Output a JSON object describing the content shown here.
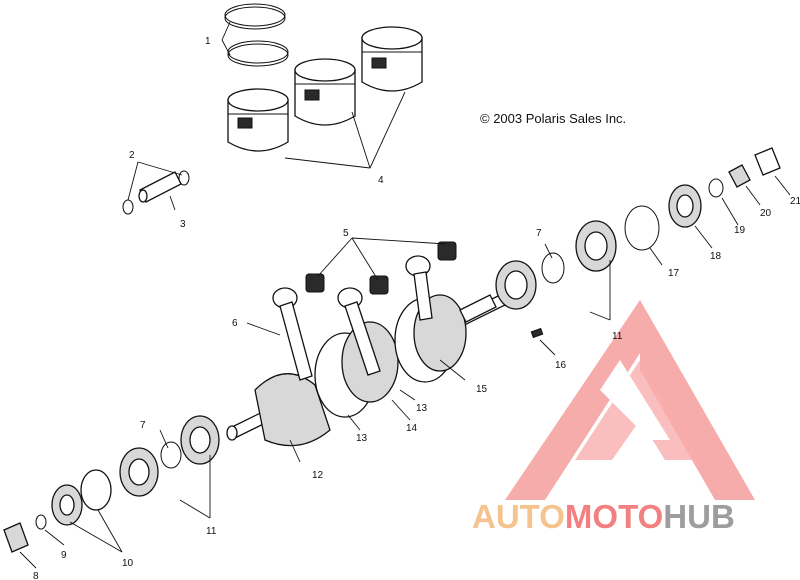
{
  "diagram": {
    "copyright": "© 2003 Polaris Sales Inc.",
    "callouts": [
      "1",
      "2",
      "3",
      "4",
      "5",
      "6",
      "7",
      "7",
      "8",
      "9",
      "10",
      "11",
      "11",
      "12",
      "13",
      "13",
      "14",
      "15",
      "16",
      "17",
      "18",
      "19",
      "20",
      "21"
    ]
  },
  "watermark": {
    "part1": "AUTO",
    "part2": "MOTO",
    "part3": "HUB",
    "colors": {
      "auto": "#f4b97a",
      "moto": "#f26a6a",
      "hub": "#8c8c8c",
      "triangle": "#f26a6a"
    }
  }
}
